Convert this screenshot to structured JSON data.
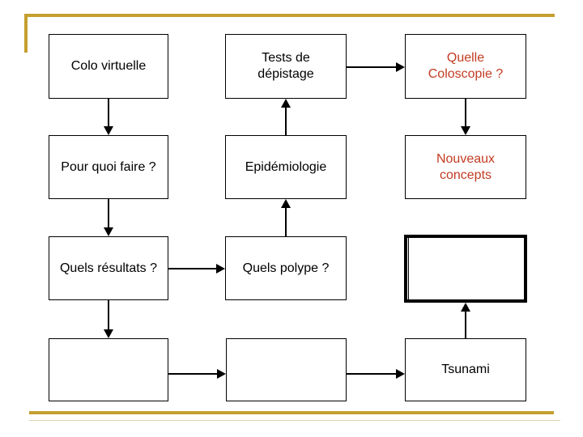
{
  "slide": {
    "type": "presentation-slide-flowchart",
    "colors": {
      "background": "#FFFFFF",
      "accent_gold": "#C49F2F",
      "accent_gold_faint": "#DCD3AE",
      "box_border": "#000000",
      "text_black": "#000000",
      "text_red": "#C23B22"
    },
    "nodes": {
      "colo_virtuelle": {
        "label": "Colo virtuelle",
        "text_color": "black"
      },
      "tests_depistage": {
        "label": "Tests de\ndépistage",
        "text_color": "black"
      },
      "quelle_coloscopie": {
        "label": "Quelle\nColoscopie ?",
        "text_color": "red"
      },
      "pour_quoi_faire": {
        "label": "Pour quoi faire ?",
        "text_color": "black"
      },
      "epidemiologie": {
        "label": "Epidémiologie",
        "text_color": "black"
      },
      "nouveaux_concepts": {
        "label": "Nouveaux\nconcepts",
        "text_color": "red"
      },
      "quels_resultats": {
        "label": "Quels résultats ?",
        "text_color": "black"
      },
      "quels_polype": {
        "label": "Quels polype ?",
        "text_color": "black"
      },
      "highlight_empty": {
        "label": "",
        "style": "thick-border"
      },
      "empty_bottom_left": {
        "label": ""
      },
      "empty_bottom_middle": {
        "label": ""
      },
      "tsunami": {
        "label": "Tsunami",
        "text_color": "black"
      }
    },
    "edges": [
      {
        "from": "colo_virtuelle",
        "to": "pour_quoi_faire",
        "direction": "down"
      },
      {
        "from": "pour_quoi_faire",
        "to": "quels_resultats",
        "direction": "down"
      },
      {
        "from": "quels_resultats",
        "to": "empty_bottom_left",
        "direction": "down"
      },
      {
        "from": "quels_resultats",
        "to": "quels_polype",
        "direction": "right"
      },
      {
        "from": "quels_polype",
        "to": "epidemiologie",
        "direction": "up"
      },
      {
        "from": "epidemiologie",
        "to": "tests_depistage",
        "direction": "up"
      },
      {
        "from": "tests_depistage",
        "to": "quelle_coloscopie",
        "direction": "right"
      },
      {
        "from": "quelle_coloscopie",
        "to": "nouveaux_concepts",
        "direction": "down"
      },
      {
        "from": "empty_bottom_left",
        "to": "empty_bottom_middle",
        "direction": "right"
      },
      {
        "from": "empty_bottom_middle",
        "to": "tsunami",
        "direction": "right"
      },
      {
        "from": "tsunami",
        "to": "highlight_empty",
        "direction": "up"
      }
    ]
  }
}
